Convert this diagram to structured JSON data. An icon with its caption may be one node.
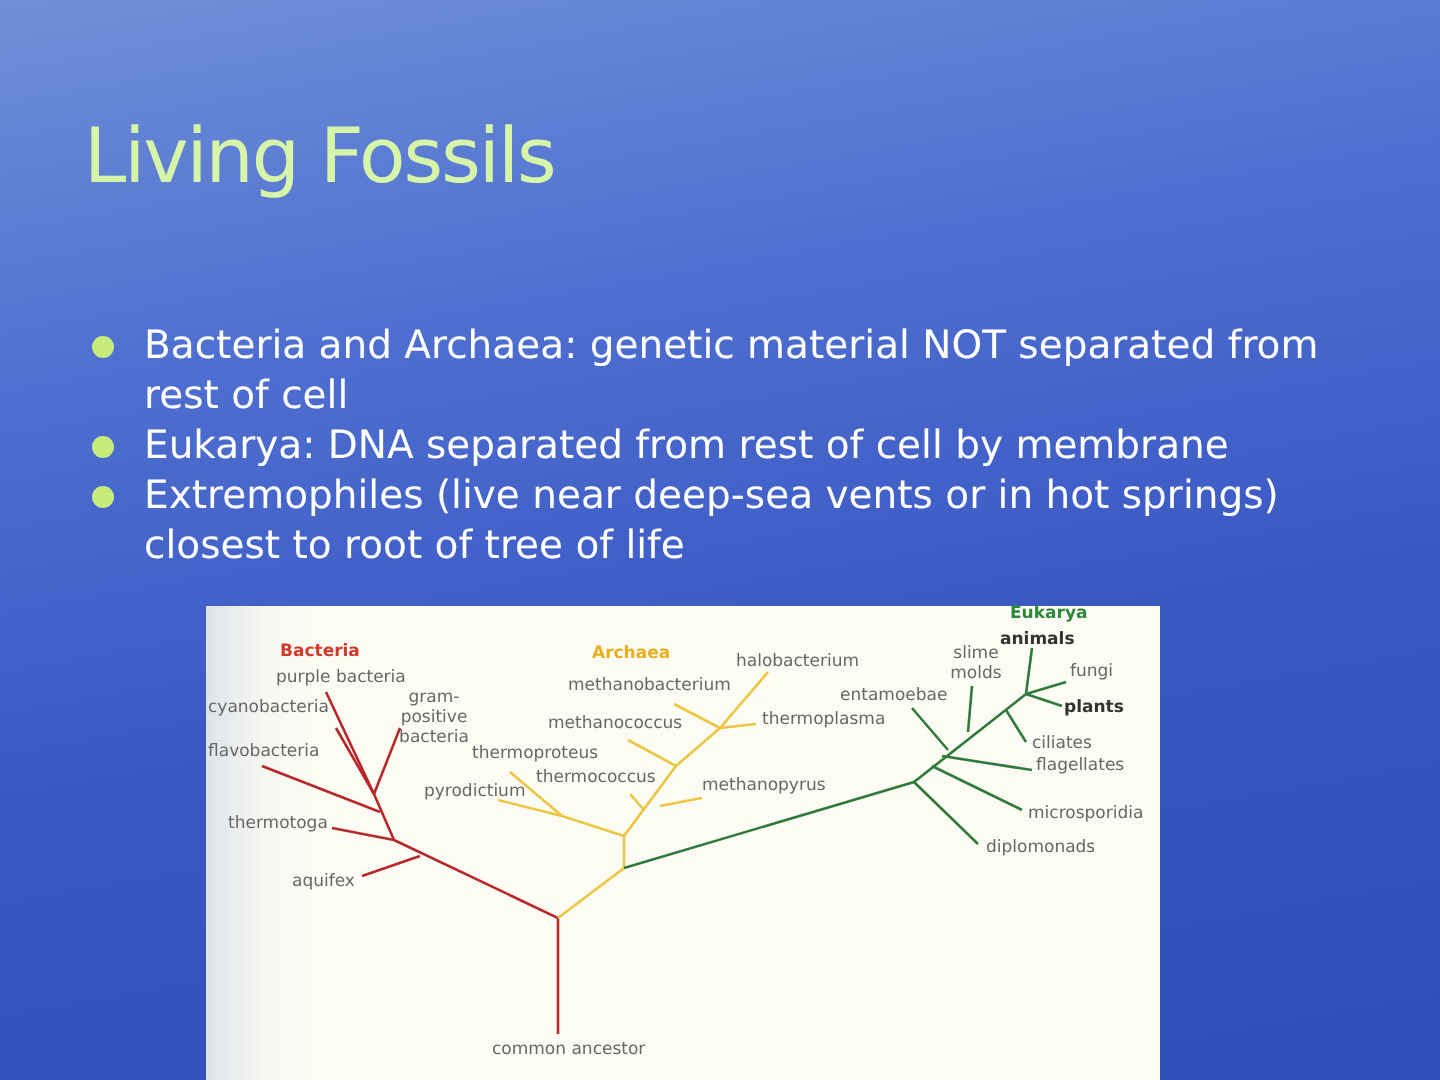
{
  "diagram": {
    "title": "Living Fossils",
    "labels": [
      "Bacteria and Archaea: genetic material NOT separated from rest of cell",
      "Eukarya: DNA separated from rest of cell by membrane",
      "Extremophiles (live near deep-sea vents or in hot springs) closest to root of tree of life",
      "Bacteria",
      "purple bacteria",
      "gram-positive bacteria",
      "cyanobacteria",
      "flavobacteria",
      "thermotoga",
      "aquifex",
      "Archaea",
      "halobacterium",
      "methanobacterium",
      "methanococcus",
      "thermoplasma",
      "thermoproteus",
      "thermococcus",
      "pyrodictium",
      "methanopyrus",
      "Eukarya",
      "animals",
      "slime molds",
      "fungi",
      "entamoebae",
      "plants",
      "ciliates",
      "flagellates",
      "microsporidia",
      "diplomonads",
      "common ancestor"
    ]
  }
}
